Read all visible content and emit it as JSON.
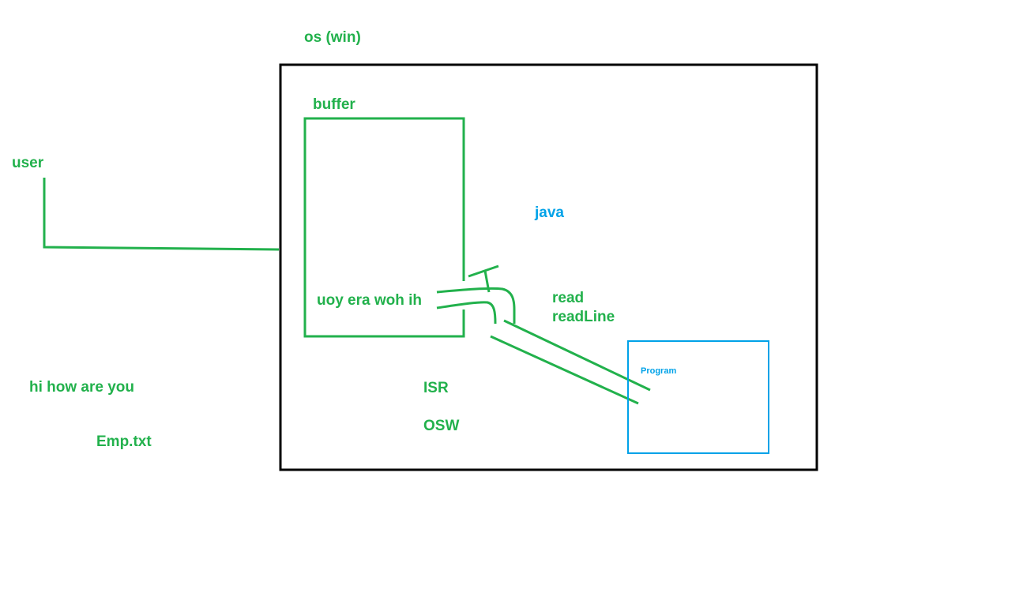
{
  "colors": {
    "ink_green": "#22b14c",
    "ink_blue": "#00a2e8",
    "outline_black": "#000000",
    "background": "#ffffff"
  },
  "labels": {
    "os": "os (win)",
    "buffer": "buffer",
    "user": "user",
    "java": "java",
    "reversed_text": "uoy era woh ih",
    "read": "read",
    "readline": "readLine",
    "program": "Program",
    "input_text": "hi how are you",
    "file": "Emp.txt",
    "isr": "ISR",
    "osw": "OSW"
  }
}
